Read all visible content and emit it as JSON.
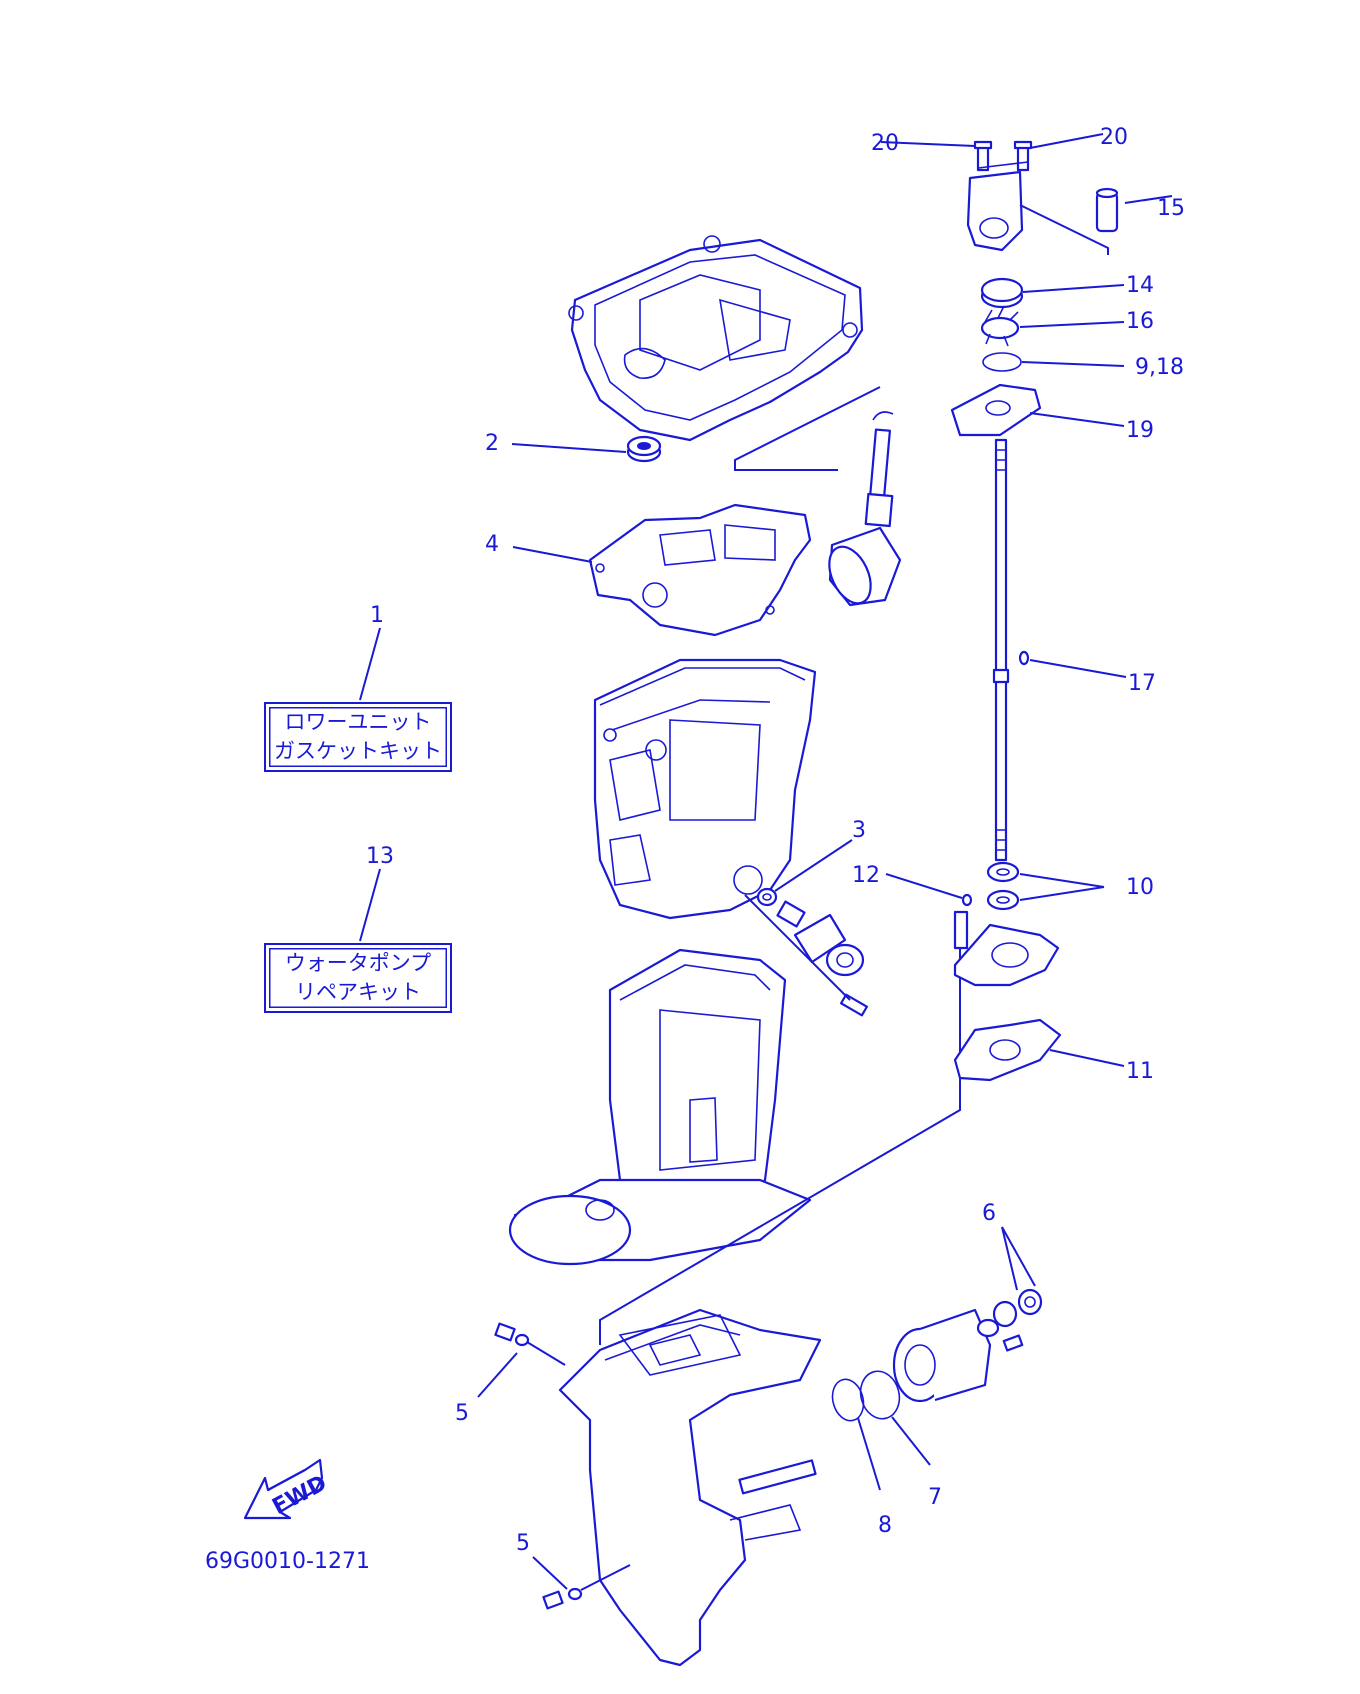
{
  "diagram": {
    "drawing_code": "69G0010-1271",
    "fwd_label": "FWD",
    "callouts": {
      "c1": "1",
      "c2": "2",
      "c3": "3",
      "c4": "4",
      "c5a": "5",
      "c5b": "5",
      "c6": "6",
      "c7": "7",
      "c8": "8",
      "c9_18": "9,18",
      "c10": "10",
      "c11": "11",
      "c12": "12",
      "c13": "13",
      "c14": "14",
      "c15": "15",
      "c16": "16",
      "c17": "17",
      "c19": "19",
      "c20a": "20",
      "c20b": "20"
    },
    "kits": {
      "gasket_kit": {
        "line1": "ロワーユニット",
        "line2": "ガスケットキット"
      },
      "water_pump_kit": {
        "line1": "ウォータポンプ",
        "line2": "リペアキット"
      }
    },
    "colors": {
      "ink": "#1a1ad6",
      "paper": "#ffffff"
    }
  }
}
